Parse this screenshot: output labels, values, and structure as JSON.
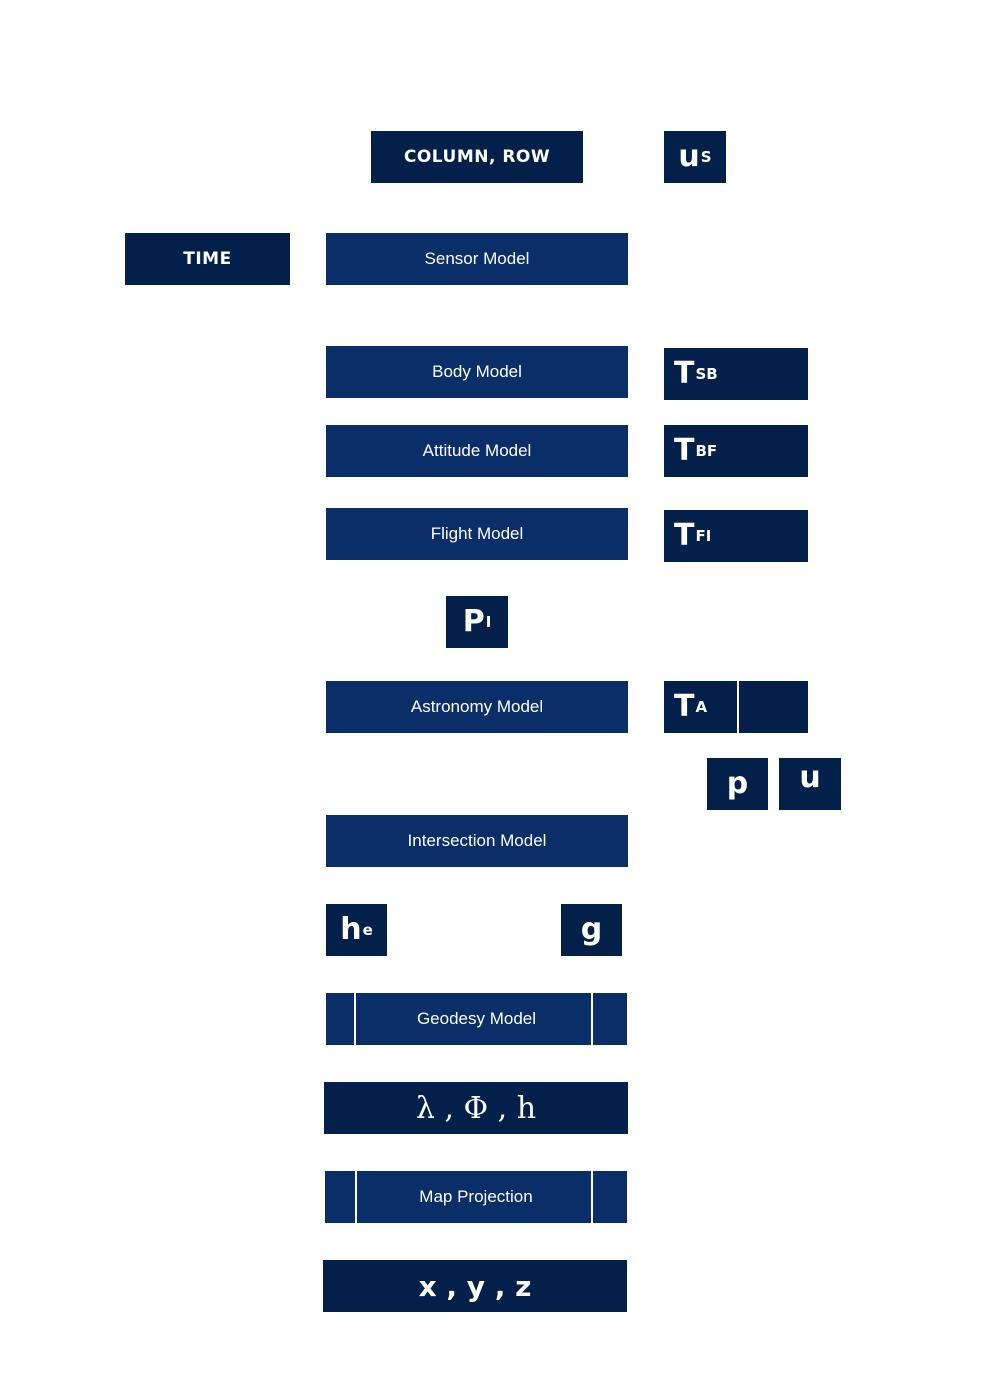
{
  "colors": {
    "dark": "#03204a",
    "model": "#0a2f68",
    "text": "#ffffff"
  },
  "labels": {
    "column_row": "COLUMN, ROW",
    "time": "TIME",
    "sensor_model": "Sensor Model",
    "body_model": "Body Model",
    "attitude_model": "Attitude Model",
    "flight_model": "Flight Model",
    "astronomy_model": "Astronomy Model",
    "intersection_model": "Intersection Model",
    "geodesy_model": "Geodesy Model",
    "map_projection": "Map Projection"
  },
  "symbols": {
    "us": {
      "main": "u",
      "sub": "S"
    },
    "tsb": {
      "main": "T",
      "sub": "SB"
    },
    "tbf": {
      "main": "T",
      "sub": "BF"
    },
    "tfi": {
      "main": "T",
      "sub": "FI"
    },
    "pi": {
      "main": "P",
      "sub": "I"
    },
    "ta": {
      "main": "T",
      "sub": "A"
    },
    "p": "p",
    "u": "u",
    "he": {
      "main": "h",
      "sub": "e"
    },
    "g": "g"
  },
  "formulas": {
    "geo": "λ , Φ , h",
    "xyz": "x , y , z"
  }
}
